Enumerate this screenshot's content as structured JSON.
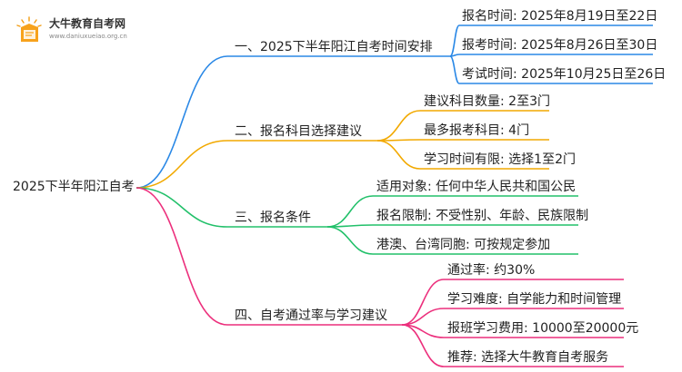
{
  "logo": {
    "name": "大牛教育自考网",
    "url": "www.daniuxueiao.org.cn"
  },
  "root": "2025下半年阳江自考",
  "branches": [
    {
      "label": "一、2025下半年阳江自考时间安排",
      "color": "#2a88e6",
      "leaves": [
        "报名时间: 2025年8月19日至22日",
        "报考时间: 2025年8月26日至30日",
        "考试时间: 2025年10月25日至26日"
      ]
    },
    {
      "label": "二、报名科目选择建议",
      "color": "#f2a900",
      "leaves": [
        "建议科目数量: 2至3门",
        "最多报考科目: 4门",
        "学习时间有限: 选择1至2门"
      ]
    },
    {
      "label": "三、报名条件",
      "color": "#22c06a",
      "leaves": [
        "适用对象: 任何中华人民共和国公民",
        "报名限制: 不受性别、年龄、民族限制",
        "港澳、台湾同胞: 可按规定参加"
      ]
    },
    {
      "label": "四、自考通过率与学习建议",
      "color": "#ec2f7c",
      "leaves": [
        "通过率: 约30%",
        "学习难度: 自学能力和时间管理",
        "报班学习费用: 10000至20000元",
        "推荐: 选择大牛教育自考服务"
      ]
    }
  ]
}
